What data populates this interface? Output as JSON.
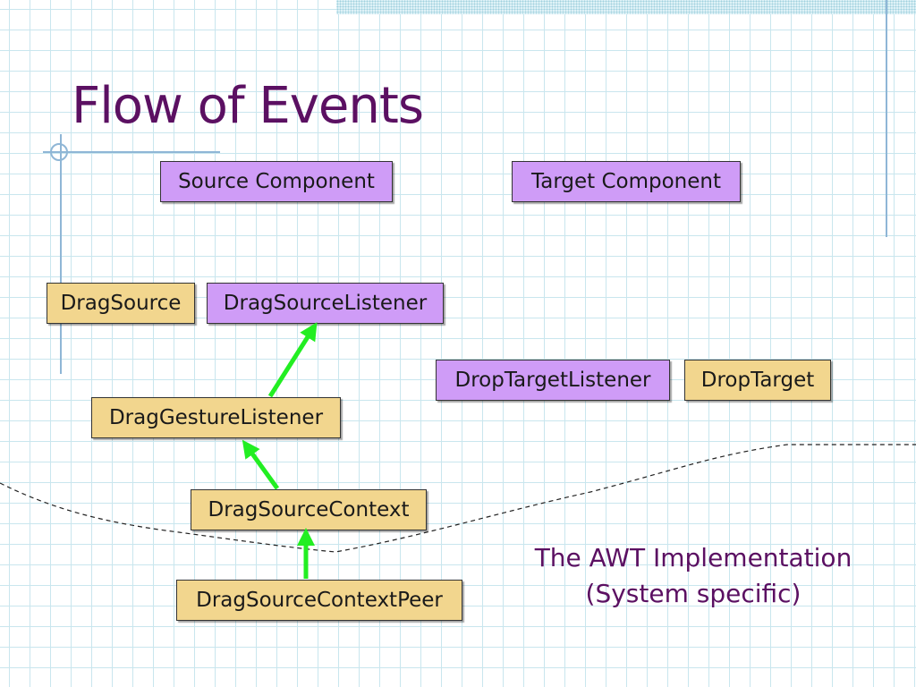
{
  "slide": {
    "title": "Flow of Events",
    "caption": {
      "line1": "The AWT Implementation",
      "line2": "(System specific)"
    }
  },
  "components": {
    "source_component": "Source Component",
    "target_component": "Target Component",
    "drag_source": "DragSource",
    "drag_source_listener": "DragSourceListener",
    "drop_target_listener": "DropTargetListener",
    "drop_target": "DropTarget",
    "drag_gesture_listener": "DragGestureListener",
    "drag_source_context": "DragSourceContext",
    "drag_source_context_peer": "DragSourceContextPeer"
  },
  "colors": {
    "title": "#5b1062",
    "yellow_box": "#f2d68e",
    "purple_box": "#cf9cf7",
    "arrow": "#22ee22",
    "grid": "#c9e6ee"
  }
}
